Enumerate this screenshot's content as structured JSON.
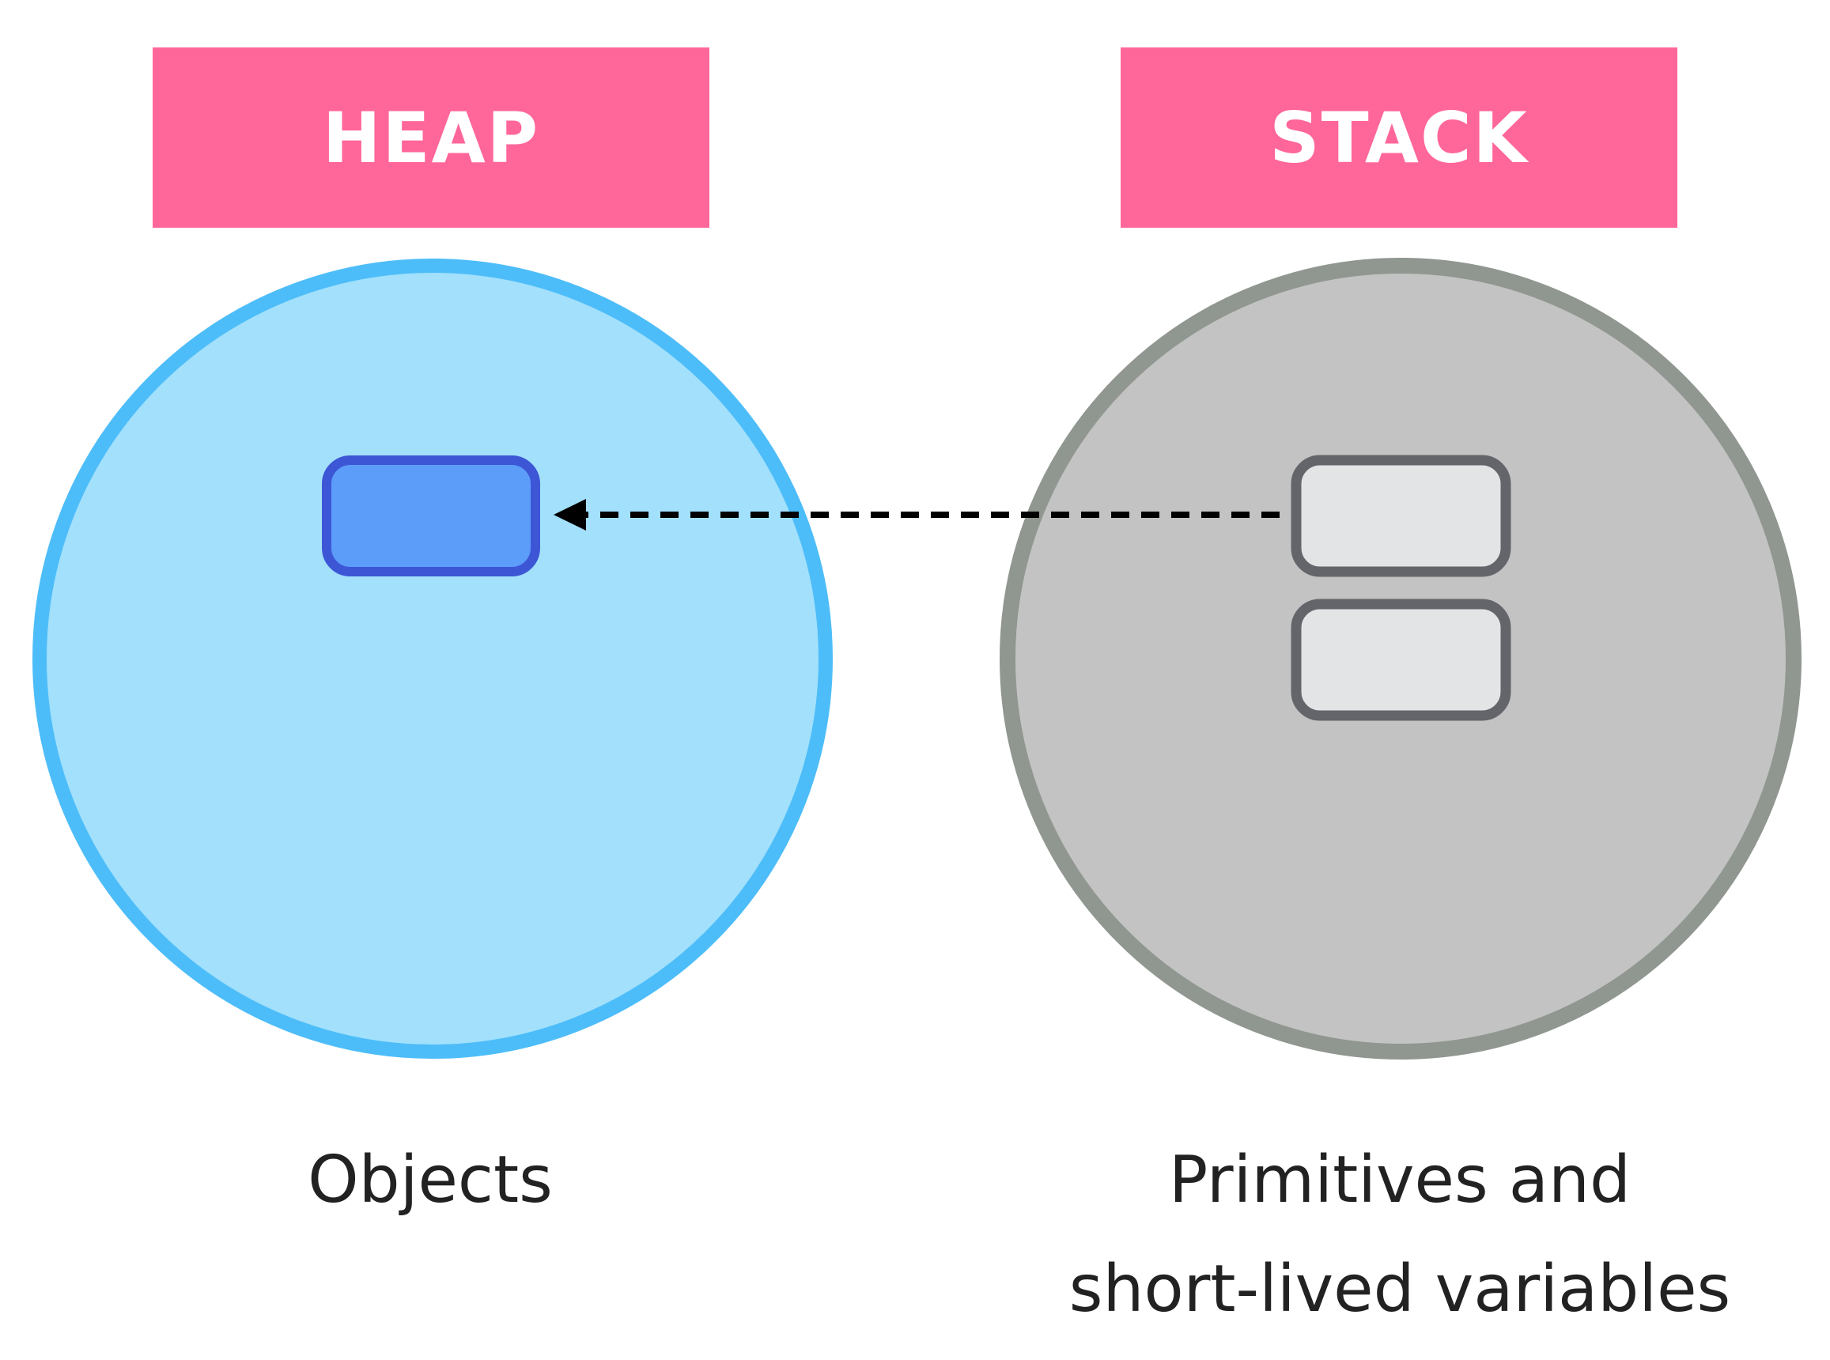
{
  "heap": {
    "title": "HEAP",
    "caption": "Objects"
  },
  "stack": {
    "title": "STACK",
    "caption_line1": "Primitives and",
    "caption_line2": "short-lived variables"
  },
  "colors": {
    "label_bg": "#FF6699",
    "heap_fill": "#A2E0FC",
    "heap_stroke": "#4DBDF9",
    "heap_object_fill": "#5C9DFA",
    "heap_object_stroke": "#3D56D6",
    "stack_fill": "#C2C3C2",
    "stack_stroke": "#909690",
    "stack_slot_fill": "#E3E4E5",
    "stack_slot_stroke": "#63656A",
    "arrow": "#000000"
  }
}
